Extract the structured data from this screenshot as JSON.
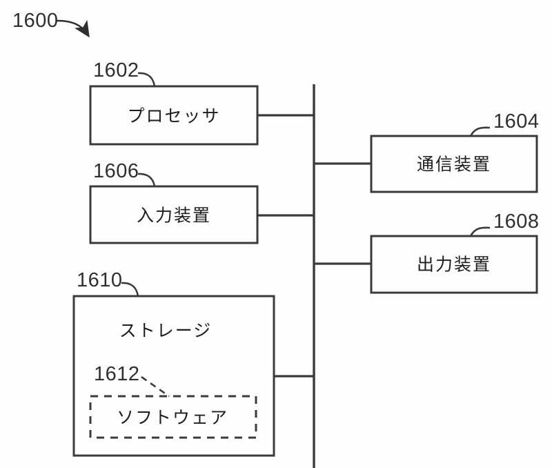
{
  "figure": {
    "figure_ref": "1600",
    "blocks": [
      {
        "ref": "1602",
        "label": "プロセッサ",
        "role": "processor"
      },
      {
        "ref": "1604",
        "label": "通信装置",
        "role": "communication-device"
      },
      {
        "ref": "1606",
        "label": "入力装置",
        "role": "input-device"
      },
      {
        "ref": "1608",
        "label": "出力装置",
        "role": "output-device"
      },
      {
        "ref": "1610",
        "label": "ストレージ",
        "role": "storage"
      },
      {
        "ref": "1612",
        "label": "ソフトウェア",
        "role": "software"
      }
    ],
    "bus": {
      "name": "bus-line"
    },
    "colors": {
      "background": "#fefefe",
      "line": "#3a3a3a",
      "text": "#1d1d1d",
      "ref_text": "#2f2f2f"
    }
  }
}
